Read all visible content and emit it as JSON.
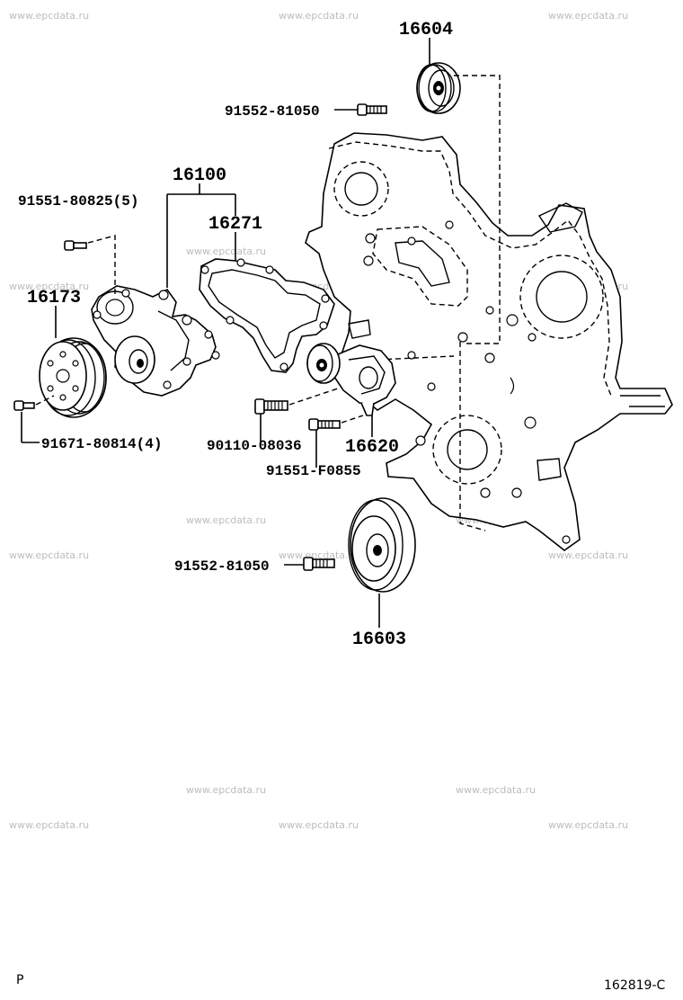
{
  "watermark": "www.epcdata.ru",
  "parts": {
    "p16604": "16604",
    "p91552_top": "91552-81050",
    "p16100": "16100",
    "p91551_80825": "91551-80825(5)",
    "p16271": "16271",
    "p16173": "16173",
    "p91671": "91671-80814(4)",
    "p90110": "90110-08036",
    "p16620": "16620",
    "p91551_F0855": "91551-F0855",
    "p91552_bottom": "91552-81050",
    "p16603": "16603"
  },
  "corner_left": "P",
  "corner_right": "162819-C"
}
